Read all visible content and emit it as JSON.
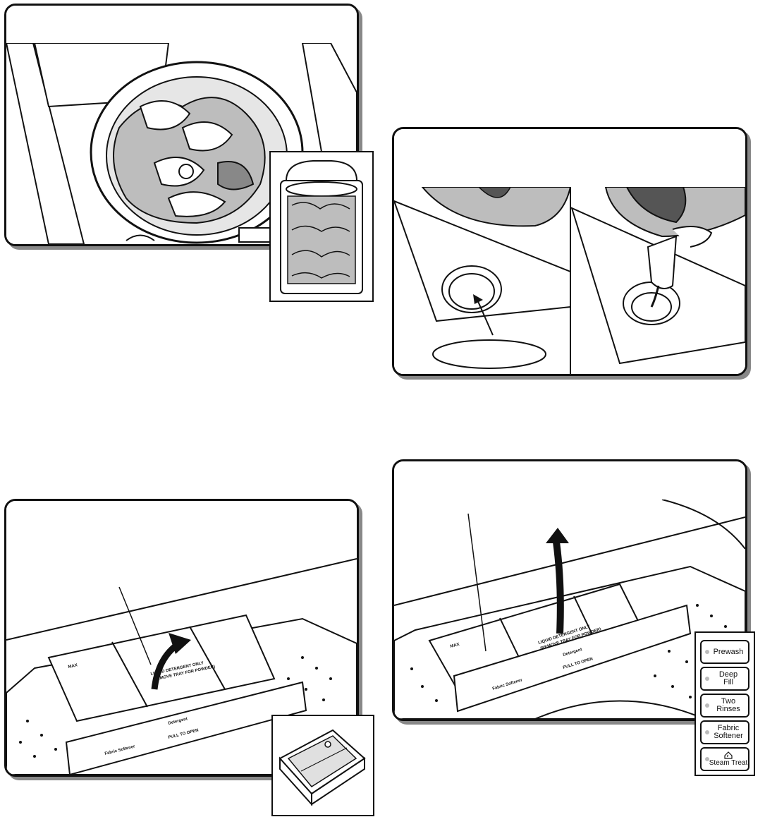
{
  "tray_labels": {
    "max": "MAX",
    "liquid_detergent_only": "LIQUID DETERGENT ONLY",
    "remove_tray": "(REMOVE TRAY FOR POWDER)",
    "fabric_softener": "Fabric Softener",
    "detergent": "Detergent",
    "pull_to_open": "PULL TO OPEN"
  },
  "option_buttons": [
    {
      "label": "Prewash"
    },
    {
      "label": "Deep Fill"
    },
    {
      "label": "Two Rinses"
    },
    {
      "label": "Fabric Softener"
    },
    {
      "label": "Steam Treat"
    }
  ],
  "colors": {
    "ink": "#111111",
    "shade": "#bdbdbd",
    "dark": "#555555",
    "shadow": "#888888"
  }
}
